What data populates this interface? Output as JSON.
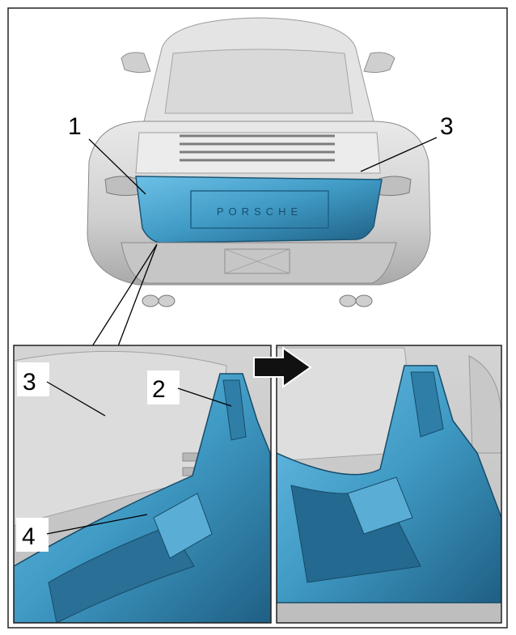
{
  "callouts": {
    "main_1": "1",
    "main_3": "3",
    "detail_3": "3",
    "detail_2": "2",
    "detail_4": "4"
  },
  "badge_text": "PORSCHE",
  "colors": {
    "part_highlight": "#3f9ac4",
    "part_dark": "#24698f",
    "car_body": "#d6d6d6",
    "car_shadow": "#9e9e9e",
    "frame": "#222222"
  }
}
